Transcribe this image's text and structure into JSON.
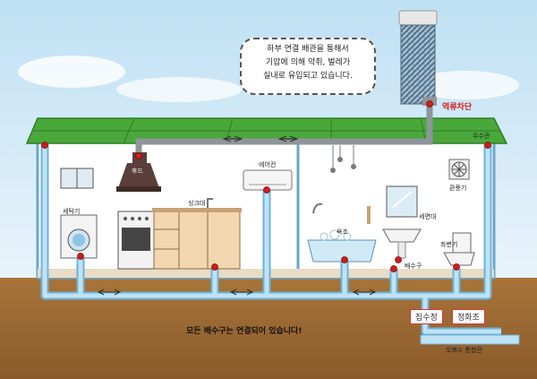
{
  "bubble": {
    "line1": "하부 연결 배관을 통해서",
    "line2": "기압에 의해 악취, 벌레가",
    "line3": "실내로 유입되고 있습니다."
  },
  "labels": {
    "backflow": "역류차단",
    "downpipe": "우수관",
    "hood": "후드",
    "aircon": "에어컨",
    "fan": "환풍기",
    "sink": "싱크대",
    "washer": "세탁기",
    "bath": "욕조",
    "basin": "세면대",
    "toilet": "좌변기",
    "drain": "배수구",
    "collection": "집수정",
    "septic": "정화조",
    "sewer": "오폐수 통합관"
  },
  "message": "모든 배수구는 연결되어 있습니다!",
  "colors": {
    "pipe": "#a9d6ee",
    "pipe_edge": "#6fb3d8",
    "roof": "#4aa83a",
    "ground": "#9c6a33",
    "accent": "#d01c1c"
  }
}
